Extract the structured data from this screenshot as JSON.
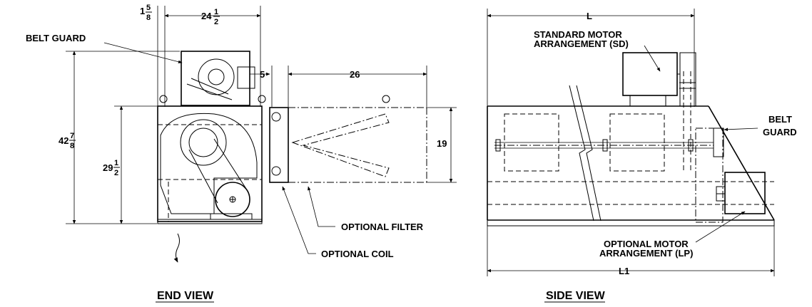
{
  "labels": {
    "belt_guard_end": "BELT GUARD",
    "optional_filter": "OPTIONAL FILTER",
    "optional_coil": "OPTIONAL COIL",
    "end_view": "END VIEW",
    "standard_motor_1": "STANDARD MOTOR",
    "standard_motor_2": "ARRANGEMENT (SD)",
    "belt_side_1": "BELT",
    "belt_side_2": "GUARD",
    "optional_motor_1": "OPTIONAL MOTOR",
    "optional_motor_2": "ARRANGEMENT (LP)",
    "side_view": "SIDE VIEW"
  },
  "dimensions": {
    "top_offset_whole": "1",
    "top_offset_num": "5",
    "top_offset_den": "8",
    "width_whole": "24",
    "width_num": "1",
    "width_den": "2",
    "gap": "5",
    "filter_len": "26",
    "height_total_whole": "42",
    "height_total_num": "7",
    "height_total_den": "8",
    "height_body_whole": "29",
    "height_body_num": "1",
    "height_body_den": "2",
    "filter_height": "19",
    "length_L": "L",
    "length_L1": "L1"
  }
}
